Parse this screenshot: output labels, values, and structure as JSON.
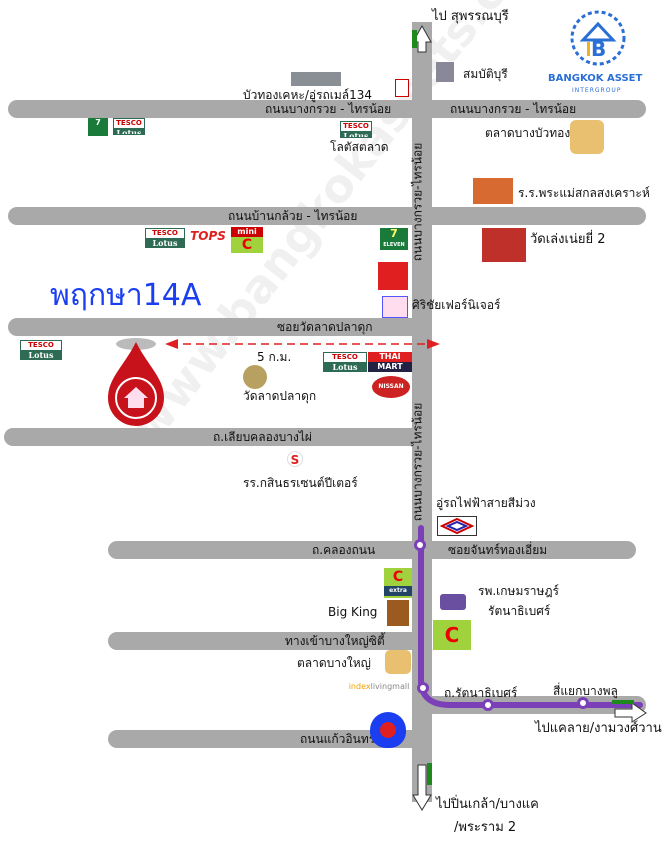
{
  "brand": {
    "name": "BANGKOK ASSET",
    "sub": "INTERGROUP",
    "color": "#2a6fd6"
  },
  "title": "พฤกษา14A",
  "watermark": "www.bangkokassets.com",
  "main_road": "ถนนบางกรวย-ไทรน้อย",
  "directions": {
    "north": "ไป สุพรรณบุรี",
    "south1": "ไปปิ่นเกล้า/บางแค",
    "south2": "/พระราม 2",
    "east": "ไปแคลาย/งามวงศ์วาน"
  },
  "roads": {
    "r1_left": "ถนนบางกรวย - ไทรน้อย",
    "r1_right": "ถนนบางกรวย - ไทรน้อย",
    "r2": "ถนนบ้านกล้วย - ไทรน้อย",
    "r3": "ซอยวัดลาดปลาดุก",
    "r4": "ถ.เลียบคลองบางไผ่",
    "r5_left": "ถ.คลองถนน",
    "r5_right": "ซอยจันทร์ทองเอี่ยม",
    "r6": "ทางเข้าบางใหญ่ซิตี้",
    "r7": "ถนนแก้วอินทร์"
  },
  "distance": "5 ก.ม.",
  "places": {
    "sombatburi": "สมบัติบุรี",
    "buathong": "บัวทองเคหะ/อู่รถเมล์134",
    "lotus_express": "โลตัสตลาด",
    "market_buathong": "ตลาดบางบัวทอง",
    "school1": "ร.ร.พระแม่สกลสงเคราะห์",
    "temple_leng": "วัดเล่งเน่ยยี่ 2",
    "sirichai": "ศิริชัยเฟอร์นิเจอร์",
    "temple_ladpladuk": "วัดลาดปลาดุก",
    "school2": "รร.กสินธรเซนต์ปีเตอร์",
    "mrt": "อู่รถไฟฟ้าสายสีม่วง",
    "hospital1": "รพ.เกษมราษฎร์",
    "hospital2": "รัตนาธิเบศร์",
    "bigking": "Big King",
    "market_bangyai": "ตลาดบางใหญ่",
    "station_rattanathibet": "ถ.รัตนาธิเบศร์",
    "station_bangphlu": "สี่แยกบางพลู"
  },
  "logos": {
    "tesco": "TESCO",
    "lotus": "Lotus",
    "tops": "TOPS",
    "mini": "mini",
    "bigc": "C",
    "extra": "extra",
    "seven": "7",
    "eleven": "ELEVEN",
    "thai": "THAI",
    "mart": "MART",
    "nissan": "NISSAN",
    "index": "index",
    "livingmall": "livingmall",
    "s": "S"
  },
  "colors": {
    "road": "#a9a9a9",
    "purple_line": "#7b3fb8",
    "pin": "#c8121b",
    "title": "#1a3ef0",
    "arrow_green": "#1e8a1e"
  }
}
